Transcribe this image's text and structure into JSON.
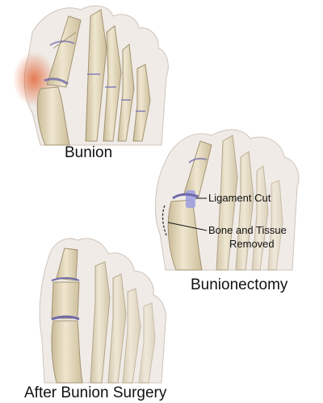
{
  "panels": {
    "bunion": {
      "caption": "Bunion"
    },
    "bunionectomy": {
      "caption": "Bunionectomy",
      "callouts": {
        "ligament": "Ligament Cut",
        "bone_line1": "Bone and Tissue",
        "bone_line2": "Removed"
      }
    },
    "after_surgery": {
      "caption": "After Bunion Surgery"
    }
  },
  "colors": {
    "bone": "#e3d7b9",
    "bone_edge": "#a39474",
    "skin": "#e9e2dc",
    "inflamed": "#e27a4f",
    "ligament": "#9b9ee2",
    "joint_line": "#6e6aa8",
    "text": "#111111"
  }
}
